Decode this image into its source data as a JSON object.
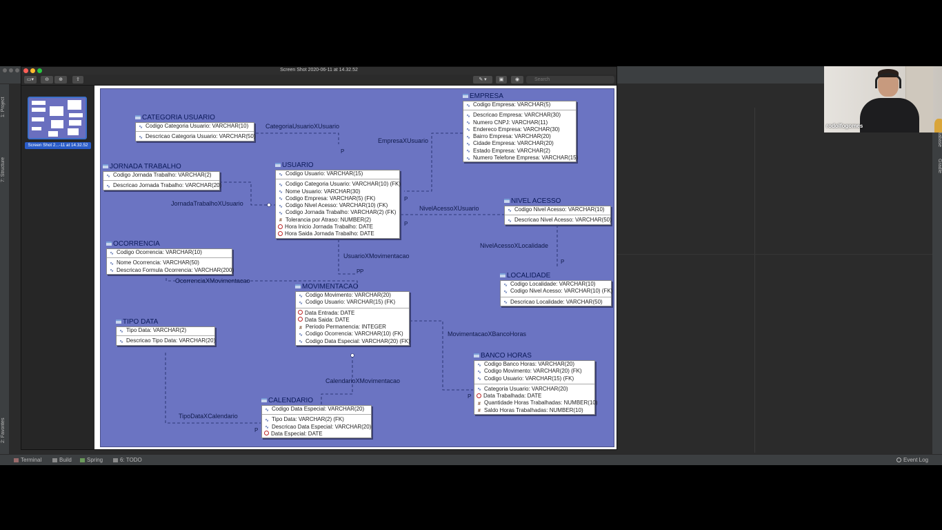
{
  "preview": {
    "title": "Screen Shot 2020-06-11 at 14.32.52",
    "search_placeholder": "Search",
    "thumbnail_label": "Screen Shot 2...-11 at 14.32.52"
  },
  "ide": {
    "left_tabs": [
      "1: Project",
      "7: Structure",
      "2: Favorites"
    ],
    "right_tabs": [
      "tabase",
      "Gradle"
    ],
    "bottom": {
      "terminal": "Terminal",
      "build": "Build",
      "spring": "Spring",
      "todo": "6: TODO",
      "event_log": "Event Log"
    }
  },
  "webcam": {
    "name": "rodolfogomes"
  },
  "diagram": {
    "entities": {
      "categoria_usuario": {
        "title": "CATEGORIA USUARIO",
        "keys": [
          {
            "icon": "str",
            "text": "Codigo Categoria Usuario: VARCHAR(10)"
          }
        ],
        "attrs": [
          {
            "icon": "str",
            "text": "Descricao Categoria Usuario: VARCHAR(50)"
          }
        ]
      },
      "empresa": {
        "title": "EMPRESA",
        "keys": [
          {
            "icon": "str",
            "text": "Codigo Empresa: VARCHAR(5)"
          }
        ],
        "attrs": [
          {
            "icon": "str",
            "text": "Descricao Empresa: VARCHAR(30)"
          },
          {
            "icon": "str",
            "text": "Numero CNPJ: VARCHAR(11)"
          },
          {
            "icon": "str",
            "text": "Endereco Empresa: VARCHAR(30)"
          },
          {
            "icon": "str",
            "text": "Bairro Empresa: VARCHAR(20)"
          },
          {
            "icon": "str",
            "text": "Cidade Empresa: VARCHAR(20)"
          },
          {
            "icon": "str",
            "text": "Estado Empresa: VARCHAR(2)"
          },
          {
            "icon": "str",
            "text": "Numero Telefone Empresa: VARCHAR(15)"
          }
        ]
      },
      "jornada_trabalho": {
        "title": "JORNADA TRABALHO",
        "keys": [
          {
            "icon": "str",
            "text": "Codigo Jornada Trabalho: VARCHAR(2)"
          }
        ],
        "attrs": [
          {
            "icon": "str",
            "text": "Descricao Jornada Trabalho: VARCHAR(20)"
          }
        ]
      },
      "usuario": {
        "title": "USUARIO",
        "keys": [
          {
            "icon": "str",
            "text": "Codigo Usuario: VARCHAR(15)"
          }
        ],
        "attrs": [
          {
            "icon": "str",
            "text": "Codigo Categoria Usuario: VARCHAR(10) (FK)"
          },
          {
            "icon": "str",
            "text": "Nome Usuario: VARCHAR(30)"
          },
          {
            "icon": "str",
            "text": "Codigo Empresa: VARCHAR(5) (FK)"
          },
          {
            "icon": "str",
            "text": "Codigo Nivel Acesso: VARCHAR(10) (FK)"
          },
          {
            "icon": "str",
            "text": "Codigo Jornada Trabalho: VARCHAR(2) (FK)"
          },
          {
            "icon": "num",
            "text": "Tolerancia por Atraso: NUMBER(2)"
          },
          {
            "icon": "date",
            "text": "Hora Inicio Jornada Trabalho: DATE"
          },
          {
            "icon": "date",
            "text": "Hora Saida Jornada Trabalho: DATE"
          }
        ]
      },
      "nivel_acesso": {
        "title": "NIVEL ACESSO",
        "keys": [
          {
            "icon": "str",
            "text": "Codigo Nivel Acesso: VARCHAR(10)"
          }
        ],
        "attrs": [
          {
            "icon": "str",
            "text": "Descricao Nivel Acesso: VARCHAR(50)"
          }
        ]
      },
      "ocorrencia": {
        "title": "OCORRENCIA",
        "keys": [
          {
            "icon": "str",
            "text": "Codigo Ocorrencia: VARCHAR(10)"
          }
        ],
        "attrs": [
          {
            "icon": "str",
            "text": "Nome Ocorrencia: VARCHAR(50)"
          },
          {
            "icon": "str",
            "text": "Descricao Formula Ocorrencia: VARCHAR(200)"
          }
        ]
      },
      "movimentacao": {
        "title": "MOVIMENTACAO",
        "keys": [
          {
            "icon": "str",
            "text": "Codigo Movimento: VARCHAR(20)"
          },
          {
            "icon": "str",
            "text": "Codigo Usuario: VARCHAR(15) (FK)"
          }
        ],
        "attrs": [
          {
            "icon": "date",
            "text": "Data Entrada: DATE"
          },
          {
            "icon": "date",
            "text": "Data Saida: DATE"
          },
          {
            "icon": "num",
            "text": "Periodo Permanencia: INTEGER"
          },
          {
            "icon": "str",
            "text": "Codigo Ocorrencia: VARCHAR(10) (FK)"
          },
          {
            "icon": "str",
            "text": "Codigo Data Especial: VARCHAR(20) (FK)"
          }
        ]
      },
      "localidade": {
        "title": "LOCALIDADE",
        "keys": [
          {
            "icon": "str",
            "text": "Codigo Localidade: VARCHAR(10)"
          },
          {
            "icon": "str",
            "text": "Codigo Nivel Acesso: VARCHAR(10) (FK)"
          }
        ],
        "attrs": [
          {
            "icon": "str",
            "text": "Descricao Localidade: VARCHAR(50)"
          }
        ]
      },
      "tipo_data": {
        "title": "TIPO DATA",
        "keys": [
          {
            "icon": "str",
            "text": "Tipo Data: VARCHAR(2)"
          }
        ],
        "attrs": [
          {
            "icon": "str",
            "text": "Descricao Tipo Data: VARCHAR(20)"
          }
        ]
      },
      "banco_horas": {
        "title": "BANCO HORAS",
        "keys": [
          {
            "icon": "str",
            "text": "Codigo Banco Horas: VARCHAR(20)"
          },
          {
            "icon": "str",
            "text": "Codigo Movimento: VARCHAR(20) (FK)"
          },
          {
            "icon": "str",
            "text": "Codigo Usuario: VARCHAR(15) (FK)"
          }
        ],
        "attrs": [
          {
            "icon": "str",
            "text": "Categoria Usuario: VARCHAR(20)"
          },
          {
            "icon": "date",
            "text": "Data Trabalhada: DATE"
          },
          {
            "icon": "num",
            "text": "Quantidade Horas Trabalhadas: NUMBER(10)"
          },
          {
            "icon": "num",
            "text": "Saldo Horas Trabalhadas: NUMBER(10)"
          }
        ]
      },
      "calendario": {
        "title": "CALENDARIO",
        "keys": [
          {
            "icon": "str",
            "text": "Codigo Data Especial: VARCHAR(20)"
          }
        ],
        "attrs": [
          {
            "icon": "str",
            "text": "Tipo Data: VARCHAR(2) (FK)"
          },
          {
            "icon": "str",
            "text": "Descricao Data Especial: VARCHAR(20)"
          },
          {
            "icon": "date",
            "text": "Data Especial: DATE"
          }
        ]
      }
    },
    "relationships": {
      "categoria_usuario": "CategoriaUsuarioXUsuario",
      "empresa": "EmpresaXUsuario",
      "jornada": "JornadaTrabalhoXUsuario",
      "nivel_acesso": "NivelAcessoXUsuario",
      "nivel_localidade": "NivelAcessoXLocalidade",
      "usuario_mov": "UsuarioXMovimentacao",
      "ocorrencia_mov": "OcorrenciaXMovimentacao",
      "mov_banco": "MovimentacaoXBancoHoras",
      "calendario_mov": "CalendarioXMovimentacao",
      "tipo_calendario": "TipoDataXCalendario"
    },
    "cardinality_marks": [
      "P",
      "P",
      "P",
      "P",
      "P",
      "P",
      "P",
      "P"
    ]
  }
}
